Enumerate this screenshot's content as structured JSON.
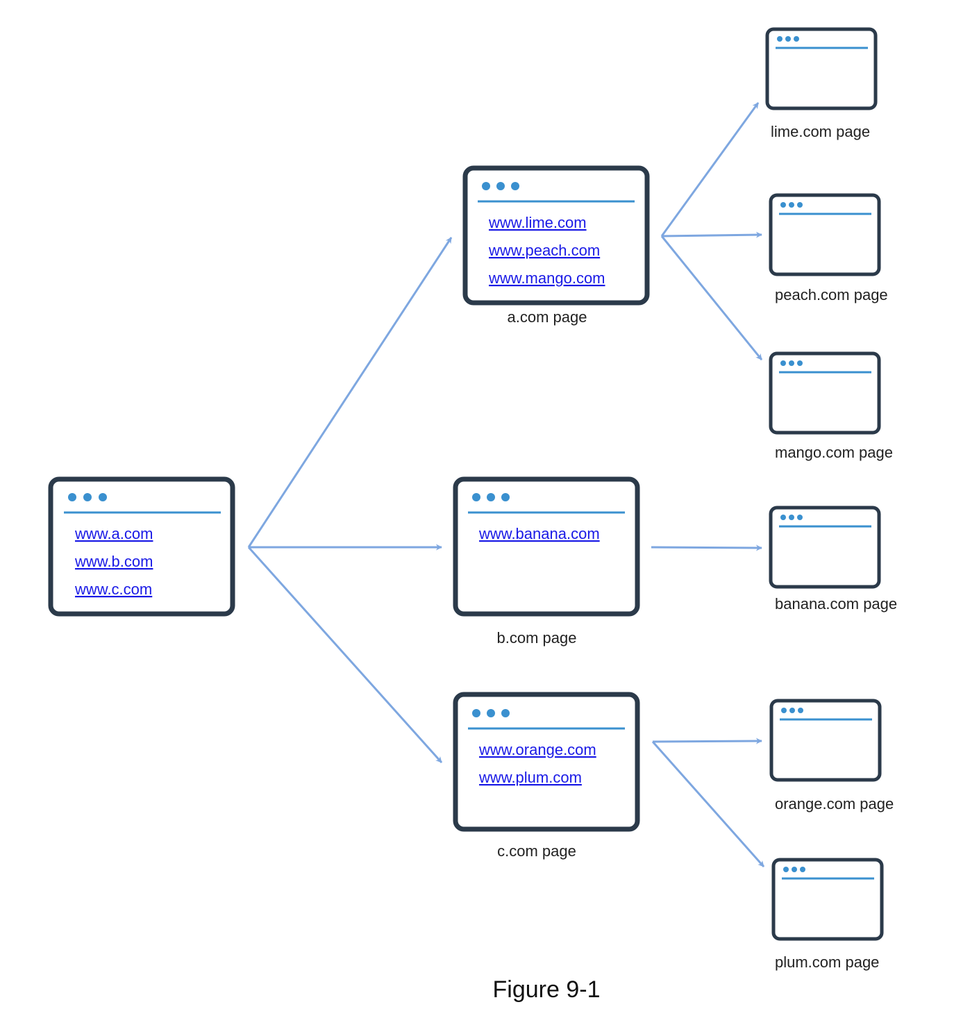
{
  "figure_caption": "Figure 9-1",
  "colors": {
    "window_border": "#2b3a4a",
    "title_bar": "#3a90cf",
    "arrow": "#7ea7e0",
    "link": "#1a1ae6"
  },
  "pages": {
    "seed": {
      "caption": "",
      "links": [
        "www.a.com",
        "www.b.com",
        "www.c.com"
      ]
    },
    "a": {
      "caption": "a.com page",
      "links": [
        "www.lime.com",
        "www.peach.com",
        "www.mango.com"
      ]
    },
    "b": {
      "caption": "b.com page",
      "links": [
        "www.banana.com"
      ]
    },
    "c": {
      "caption": "c.com page",
      "links": [
        "www.orange.com",
        "www.plum.com"
      ]
    },
    "lime": {
      "caption": "lime.com page"
    },
    "peach": {
      "caption": "peach.com page"
    },
    "mango": {
      "caption": "mango.com page"
    },
    "banana": {
      "caption": "banana.com page"
    },
    "orange": {
      "caption": "orange.com page"
    },
    "plum": {
      "caption": "plum.com page"
    }
  }
}
